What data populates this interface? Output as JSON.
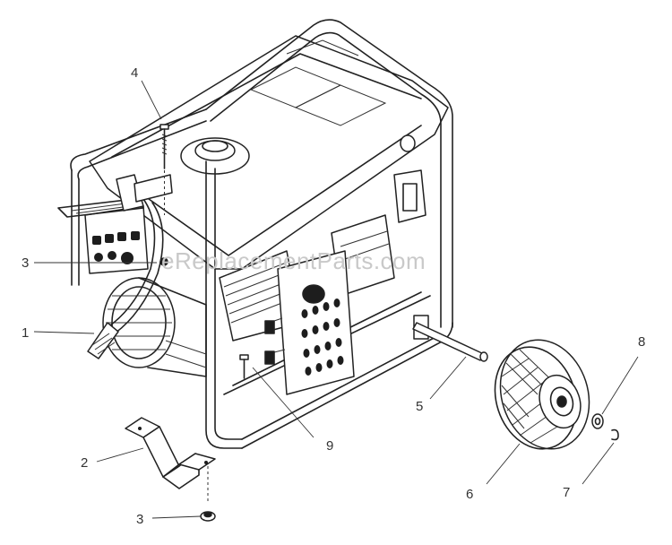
{
  "watermark": "eReplacementParts.com",
  "callouts": {
    "c1": "1",
    "c2": "2",
    "c3_upper": "3",
    "c3_lower": "3",
    "c4": "4",
    "c5": "5",
    "c6": "6",
    "c7": "7",
    "c8": "8",
    "c9": "9"
  }
}
